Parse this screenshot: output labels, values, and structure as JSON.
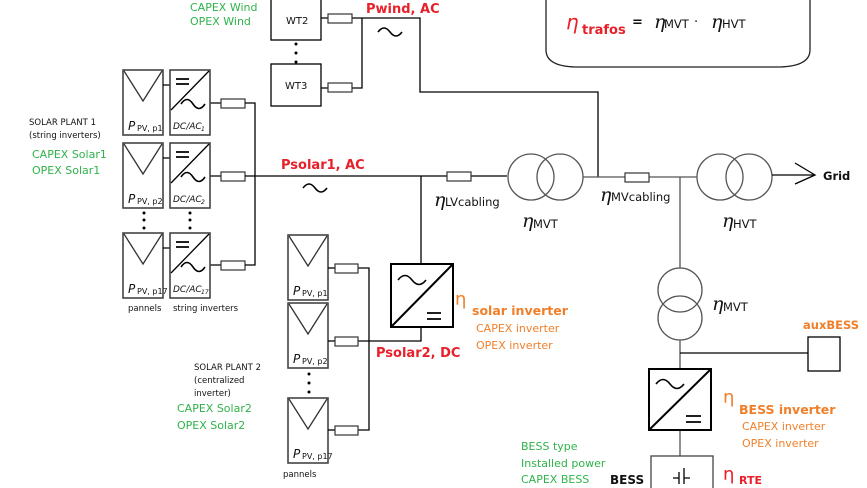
{
  "wind": {
    "capex": "CAPEX Wind",
    "opex": "OPEX Wind",
    "turbines": [
      "WT2",
      "WT3"
    ],
    "power_label": "Pwind, AC"
  },
  "formula": {
    "eta_trafos": "trafos",
    "equals": "=",
    "mvt": "MVT",
    "dot": "·",
    "hvt": "HVT"
  },
  "solar1": {
    "title": "SOLAR PLANT 1",
    "subtitle": "(string inverters)",
    "capex": "CAPEX Solar1",
    "opex": "OPEX Solar1",
    "panel_subscripts": [
      "PV, p1",
      "PV, p2",
      "PV, p17"
    ],
    "inverter_labels": [
      "DC/AC",
      "DC/AC",
      "DC/AC"
    ],
    "inverter_subscripts": [
      "1",
      "2",
      "17"
    ],
    "panels_caption": "pannels",
    "inverters_caption": "string inverters",
    "power_label": "Psolar1, AC"
  },
  "solar2": {
    "title": "SOLAR PLANT 2",
    "subtitle_line1": "(centralized",
    "subtitle_line2": "inverter)",
    "capex": "CAPEX Solar2",
    "opex": "OPEX Solar2",
    "panel_subscripts": [
      "PV, p1",
      "PV, p2",
      "PV, p17"
    ],
    "panels_caption": "pannels",
    "power_label": "Psolar2, DC",
    "inverter_eta": "solar inverter",
    "inverter_capex": "CAPEX inverter",
    "inverter_opex": "OPEX inverter"
  },
  "grid": {
    "lv_cabling": "LVcabling",
    "mvt": "MVT",
    "mv_cabling": "MVcabling",
    "hvt": "HVT",
    "grid_label": "Grid"
  },
  "bess": {
    "mvt": "MVT",
    "aux_label": "auxBESS",
    "inverter_eta": "BESS inverter",
    "inverter_capex": "CAPEX inverter",
    "inverter_opex": "OPEX inverter",
    "type": "BESS type",
    "installed_power": "Installed power",
    "capex": "CAPEX BESS",
    "label": "BESS",
    "rte": "RTE"
  },
  "symbols": {
    "eta": "η",
    "P": "P"
  },
  "colors": {
    "capex_opex": "#2fb34a",
    "efficiency": "#f07f2a",
    "power_flow": "#e8202a"
  }
}
